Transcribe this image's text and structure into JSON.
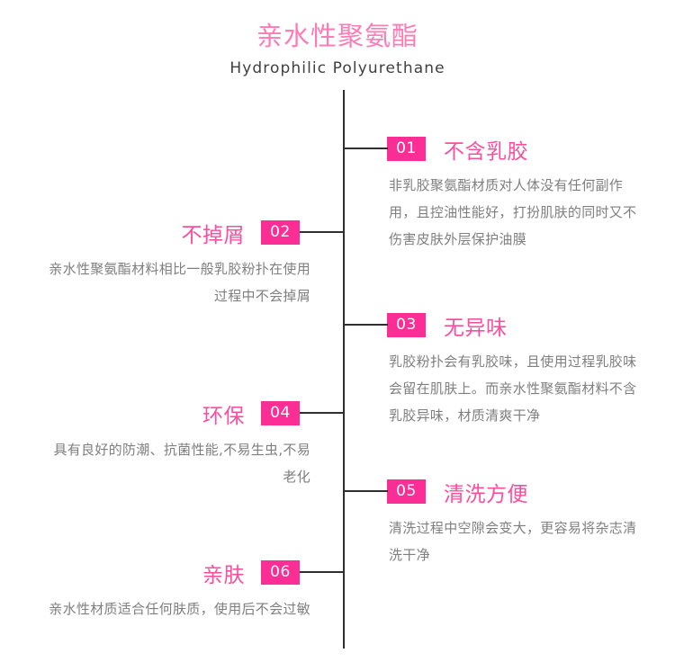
{
  "header": {
    "title_cn": "亲水性聚氨酯",
    "title_en": "Hydrophilic Polyurethane"
  },
  "colors": {
    "title_pink": "#fd7cb5",
    "heading_pink": "#ff4d9e",
    "badge_pink": "#fb2e95",
    "body_gray": "#7f7f7f",
    "line_dark": "#2f2f2f",
    "background": "#ffffff"
  },
  "items": [
    {
      "number": "01",
      "side": "right",
      "title": "不含乳胶",
      "body": "非乳胶聚氨酯材质对人体没有任何副作用，且控油性能好，打扮肌肤的同时又不伤害皮肤外层保护油膜"
    },
    {
      "number": "02",
      "side": "left",
      "title": "不掉屑",
      "body": "亲水性聚氨酯材料相比一般乳胶粉扑在使用过程中不会掉屑"
    },
    {
      "number": "03",
      "side": "right",
      "title": "无异味",
      "body": "乳胶粉扑会有乳胶味，且使用过程乳胶味会留在肌肤上。而亲水性聚氨酯材料不含乳胶异味，材质清爽干净"
    },
    {
      "number": "04",
      "side": "left",
      "title": "环保",
      "body": "具有良好的防潮、抗菌性能,不易生虫,不易老化"
    },
    {
      "number": "05",
      "side": "right",
      "title": "清洗方便",
      "body": "清洗过程中空隙会变大，更容易将杂志清洗干净"
    },
    {
      "number": "06",
      "side": "left",
      "title": "亲肤",
      "body": "亲水性材质适合任何肤质，使用后不会过敏"
    }
  ]
}
